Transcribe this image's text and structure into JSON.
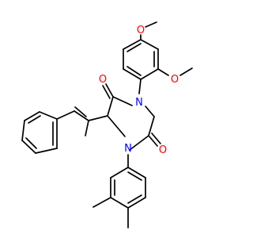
{
  "molecule": {
    "atoms": [
      {
        "id": "o_methoxy_top",
        "symbol": "O",
        "color": "#ff0000"
      },
      {
        "id": "o_methoxy_right",
        "symbol": "O",
        "color": "#ff0000"
      },
      {
        "id": "n_upper",
        "symbol": "N",
        "color": "#0000ff"
      },
      {
        "id": "n_lower",
        "symbol": "N",
        "color": "#0000ff"
      },
      {
        "id": "o_carbonyl_left",
        "symbol": "O",
        "color": "#ff0000"
      },
      {
        "id": "o_carbonyl_right",
        "symbol": "O",
        "color": "#ff0000"
      }
    ],
    "bond_color": "#000000",
    "background": "#ffffff"
  }
}
